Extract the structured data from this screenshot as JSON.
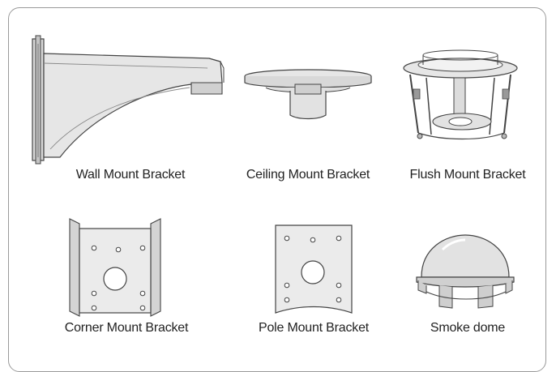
{
  "items": [
    {
      "caption": "Wall Mount Bracket",
      "icon": "wall-mount-bracket-icon"
    },
    {
      "caption": "Ceiling Mount Bracket",
      "icon": "ceiling-mount-bracket-icon"
    },
    {
      "caption": "Flush Mount Bracket",
      "icon": "flush-mount-bracket-icon"
    },
    {
      "caption": "Corner Mount Bracket",
      "icon": "corner-mount-bracket-icon"
    },
    {
      "caption": "Pole Mount Bracket",
      "icon": "pole-mount-bracket-icon"
    },
    {
      "caption": "Smoke dome",
      "icon": "smoke-dome-icon"
    }
  ],
  "colors": {
    "frame": "#9a9a9a",
    "line": "#444444",
    "fill_light": "#e6e6e6",
    "fill_mid": "#cfcfcf"
  }
}
